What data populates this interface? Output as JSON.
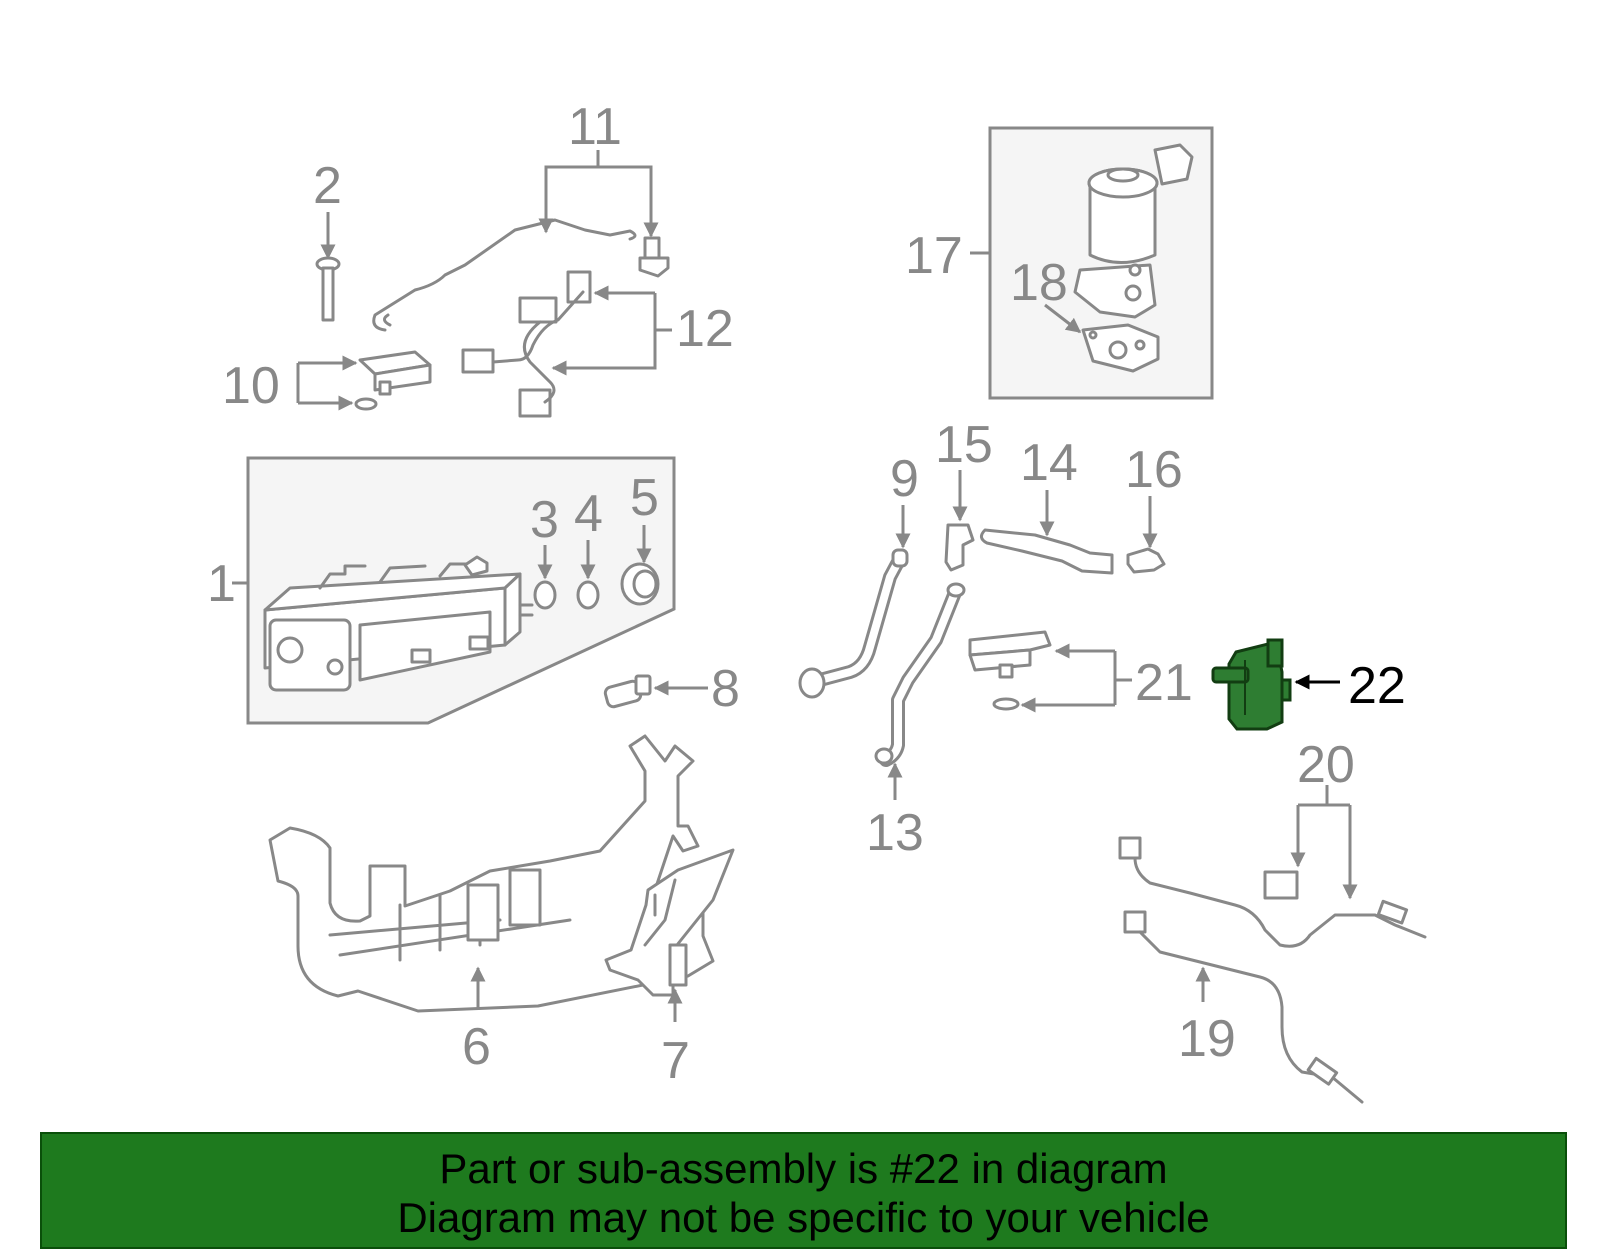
{
  "diagram": {
    "callouts": [
      "1",
      "2",
      "3",
      "4",
      "5",
      "6",
      "7",
      "8",
      "9",
      "10",
      "11",
      "12",
      "13",
      "14",
      "15",
      "16",
      "17",
      "18",
      "19",
      "20",
      "21",
      "22"
    ],
    "highlighted_callout": "22",
    "colors": {
      "line": "#888888",
      "highlight_fill": "#2e7d32",
      "highlight_stroke": "#1b4d1b",
      "banner_bg": "#1e7a1e",
      "group_box_fill": "#f5f5f5"
    }
  },
  "banner": {
    "line1": "Part or sub-assembly is #22 in diagram",
    "line2": "Diagram may not be specific to your vehicle"
  }
}
